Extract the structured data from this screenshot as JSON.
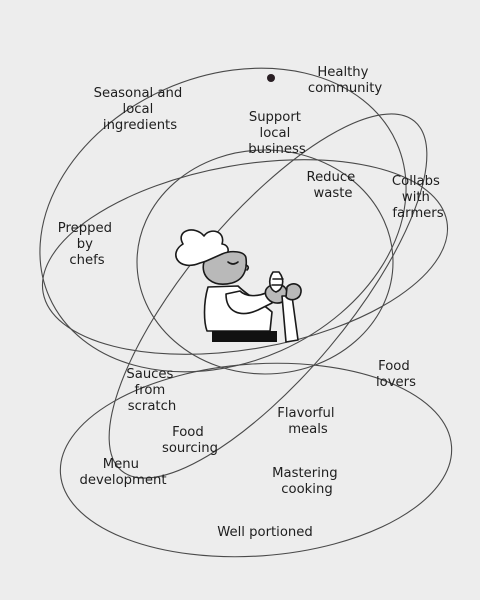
{
  "colors": {
    "background": "#ededed",
    "line": "#4a4a4a",
    "text": "#1e1e1e",
    "dot": "#2a1f24",
    "chef_skin": "#b9b9b9"
  },
  "diagram": {
    "labels": {
      "seasonal": [
        "Seasonal and",
        "local",
        "ingredients"
      ],
      "healthy": [
        "Healthy",
        "community"
      ],
      "support": [
        "Support",
        "local",
        "business"
      ],
      "reduce": [
        "Reduce",
        "waste"
      ],
      "collabs": [
        "Collabs",
        "with",
        "farmers"
      ],
      "prepped": [
        "Prepped",
        "by",
        "chefs"
      ],
      "food_lovers": [
        "Food",
        "lovers"
      ],
      "sauces": [
        "Sauces",
        "from",
        "scratch"
      ],
      "flavorful": [
        "Flavorful",
        "meals"
      ],
      "sourcing": [
        "Food",
        "sourcing"
      ],
      "menu": [
        "Menu",
        "development"
      ],
      "mastering": [
        "Mastering",
        "cooking"
      ],
      "portioned": [
        "Well portioned"
      ]
    },
    "illustration": {
      "icon": "chef-icon"
    }
  }
}
